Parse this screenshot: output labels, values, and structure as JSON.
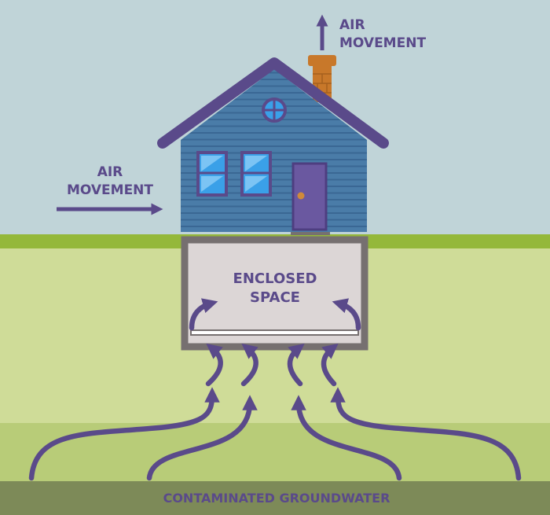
{
  "labels": {
    "air_top_line1": "AIR",
    "air_top_line2": "MOVEMENT",
    "air_left_line1": "AIR",
    "air_left_line2": "MOVEMENT",
    "enclosed_line1": "ENCLOSED",
    "enclosed_line2": "SPACE",
    "groundwater": "CONTAMINATED GROUNDWATER"
  },
  "icons": {
    "air_top_arrow": "arrow-up-icon",
    "air_left_arrow": "arrow-right-icon",
    "vapor_arrows": "curved-arrow-icon"
  },
  "colors": {
    "sky": "#c0d4d8",
    "grass": "#94b83a",
    "ground_upper": "#cfdc98",
    "ground_lower": "#b8cc78",
    "groundwater_band": "#7d8a58",
    "house_siding": "#4a7ca8",
    "roof_trim": "#5a4a8a",
    "window": "#3aa0e8",
    "door": "#6a58a0",
    "chimney": "#c8782a",
    "basement_wall": "#767070",
    "basement_fill": "#dcd6d6",
    "arrow": "#5a4a8a"
  }
}
